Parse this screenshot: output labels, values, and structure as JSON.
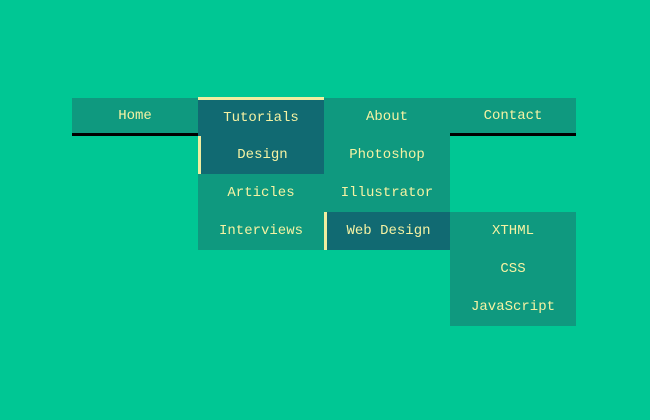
{
  "colors": {
    "page_background": "#00c794",
    "item_background": "#0f997f",
    "hover_background": "#116a72",
    "text": "#f5f2a3",
    "accent_border": "#f0eda0",
    "divider_border": "#000000"
  },
  "menu": {
    "top": [
      {
        "label": "Home",
        "state": "normal"
      },
      {
        "label": "Tutorials",
        "state": "hovered"
      },
      {
        "label": "About",
        "state": "normal"
      },
      {
        "label": "Contact",
        "state": "normal"
      }
    ],
    "tutorials_submenu": [
      {
        "label": "Design",
        "state": "hovered"
      },
      {
        "label": "Articles",
        "state": "normal"
      },
      {
        "label": "Interviews",
        "state": "normal"
      }
    ],
    "design_submenu": [
      {
        "label": "Photoshop",
        "state": "normal"
      },
      {
        "label": "Illustrator",
        "state": "normal"
      },
      {
        "label": "Web Design",
        "state": "hovered"
      }
    ],
    "webdesign_submenu": [
      {
        "label": "XTHML",
        "state": "normal"
      },
      {
        "label": "CSS",
        "state": "normal"
      },
      {
        "label": "JavaScript",
        "state": "normal"
      }
    ]
  }
}
